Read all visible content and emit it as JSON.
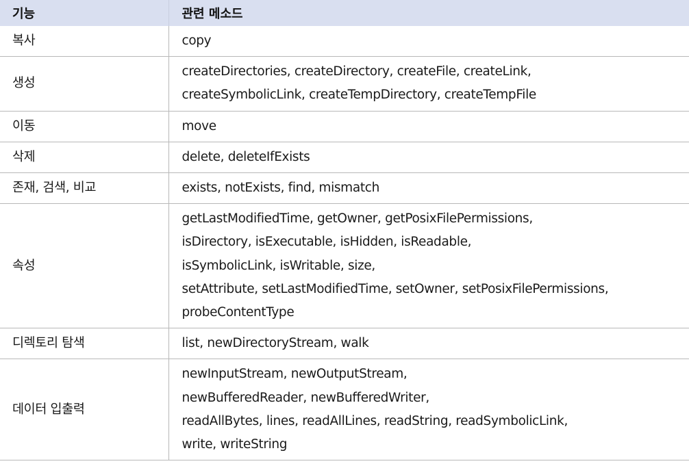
{
  "header": {
    "feature_label": "기능",
    "methods_label": "관련 메소드"
  },
  "rows": [
    {
      "feature": "복사",
      "method_lines": [
        "copy"
      ]
    },
    {
      "feature": "생성",
      "method_lines": [
        "createDirectories, createDirectory, createFile, createLink,",
        "createSymbolicLink, createTempDirectory, createTempFile"
      ]
    },
    {
      "feature": "이동",
      "method_lines": [
        "move"
      ]
    },
    {
      "feature": "삭제",
      "method_lines": [
        "delete, deleteIfExists"
      ]
    },
    {
      "feature": "존재, 검색, 비교",
      "method_lines": [
        "exists, notExists, find, mismatch"
      ]
    },
    {
      "feature": "속성",
      "method_lines": [
        "getLastModifiedTime, getOwner, getPosixFilePermissions,",
        "isDirectory, isExecutable, isHidden, isReadable,",
        "isSymbolicLink, isWritable, size,",
        "setAttribute, setLastModifiedTime, setOwner, setPosixFilePermissions,",
        "probeContentType"
      ]
    },
    {
      "feature": "디렉토리 탐색",
      "method_lines": [
        "list, newDirectoryStream, walk"
      ]
    },
    {
      "feature": "데이터 입출력",
      "method_lines": [
        "newInputStream, newOutputStream,",
        "newBufferedReader, newBufferedWriter,",
        "readAllBytes, lines, readAllLines, readString, readSymbolicLink,",
        "write, writeString"
      ]
    }
  ]
}
